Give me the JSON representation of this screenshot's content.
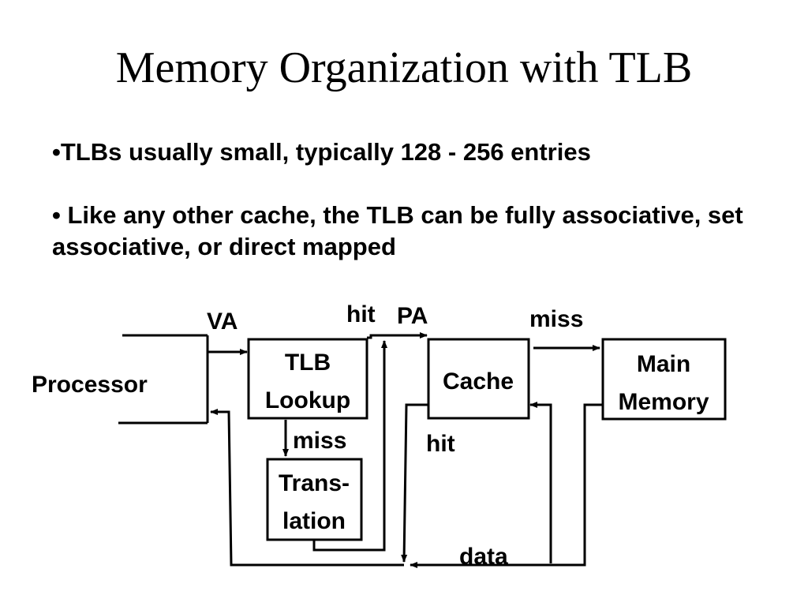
{
  "slide": {
    "title": "Memory Organization with TLB",
    "bullets": [
      "•TLBs usually small, typically 128 - 256 entries",
      "• Like any other cache, the TLB can be fully associative, set associative, or direct mapped"
    ]
  },
  "diagram": {
    "processor": "Processor",
    "tlb_line1": "TLB",
    "tlb_line2": "Lookup",
    "trans_line1": "Trans-",
    "trans_line2": "lation",
    "cache": "Cache",
    "main_line1": "Main",
    "main_line2": "Memory",
    "va": "VA",
    "pa": "PA",
    "hit_tlb": "hit",
    "miss_tlb": "miss",
    "miss_cache": "miss",
    "hit_cache": "hit",
    "data": "data"
  }
}
